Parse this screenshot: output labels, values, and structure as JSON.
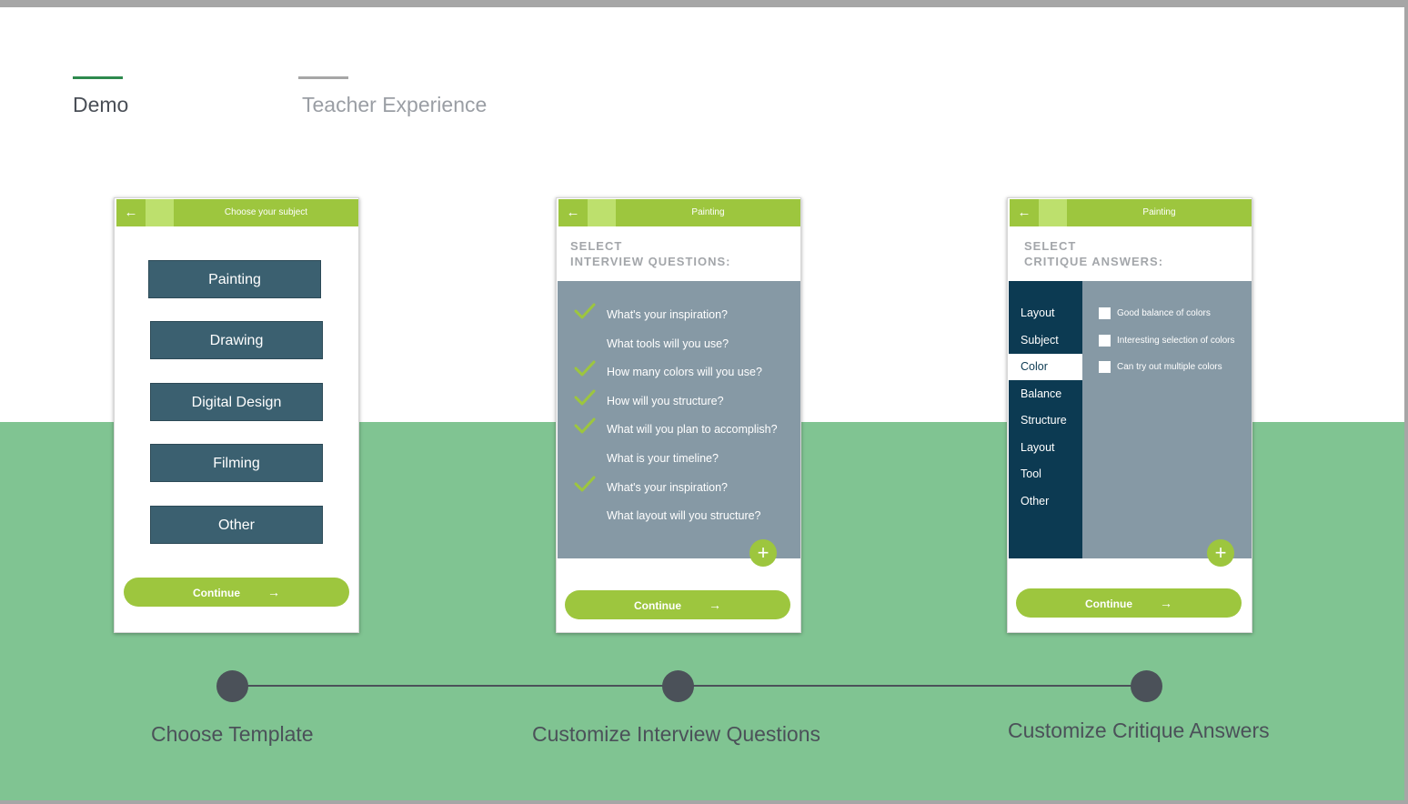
{
  "tabs": [
    {
      "label": "Demo",
      "active": true
    },
    {
      "label": "Teacher Experience",
      "active": false
    }
  ],
  "colors": {
    "accent_green": "#9dc63e",
    "background_green": "#80c492",
    "slate": "#3b6070",
    "navy": "#0c3a52"
  },
  "screen1": {
    "title": "Choose your subject",
    "subjects": [
      "Painting",
      "Drawing",
      "Digital Design",
      "Filming",
      "Other"
    ],
    "continue_label": "Continue"
  },
  "screen2": {
    "title": "Painting",
    "heading_line1": "SELECT",
    "heading_line2": "INTERVIEW QUESTIONS:",
    "questions": [
      {
        "text": "What's your inspiration?",
        "checked": true
      },
      {
        "text": "What tools will you use?",
        "checked": false
      },
      {
        "text": "How many colors will you use?",
        "checked": true
      },
      {
        "text": "How will you structure?",
        "checked": true
      },
      {
        "text": "What will you plan to accomplish?",
        "checked": true
      },
      {
        "text": "What is your timeline?",
        "checked": false
      },
      {
        "text": "What's your inspiration?",
        "checked": true
      },
      {
        "text": "What layout will you structure?",
        "checked": false
      }
    ],
    "add_icon": "+",
    "continue_label": "Continue"
  },
  "screen3": {
    "title": "Painting",
    "heading_line1": "SELECT",
    "heading_line2": "CRITIQUE ANSWERS:",
    "categories": [
      "Layout",
      "Subject",
      "Color",
      "Balance",
      "Structure",
      "Layout",
      "Tool",
      "Other"
    ],
    "active_category": "Color",
    "answers": [
      "Good balance of colors",
      "Interesting selection of colors",
      "Can try out multiple colors"
    ],
    "add_icon": "+",
    "continue_label": "Continue"
  },
  "steps": [
    "Choose Template",
    "Customize Interview Questions",
    "Customize Critique Answers"
  ]
}
